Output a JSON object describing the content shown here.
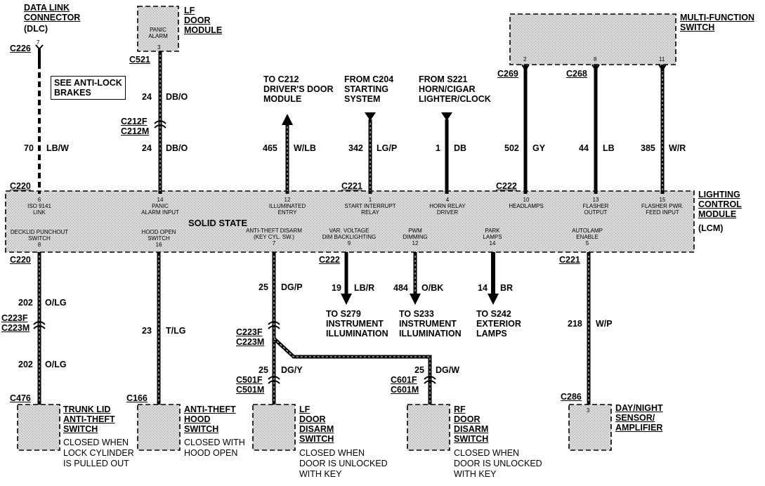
{
  "dlc": {
    "title_l1": "DATA LINK",
    "title_l2": "CONNECTOR",
    "title_l3": "(DLC)",
    "pin": "7",
    "connector": "C226",
    "note_l1": "SEE ANTI-LOCK",
    "note_l2": "BRAKES",
    "circuit": "70",
    "color": "LB/W"
  },
  "lf_door_module": {
    "title_l1": "LF",
    "title_l2": "DOOR",
    "title_l3": "MODULE",
    "inner_l1": "PANIC",
    "inner_l2": "ALARM",
    "pin": "3",
    "connector": "C521",
    "circuit_top": "24",
    "color_top": "DB/O",
    "inline_l1": "C212F",
    "inline_l2": "C212M",
    "circuit_bottom": "24",
    "color_bottom": "DB/O"
  },
  "top_feeds": [
    {
      "label_l1": "TO C212",
      "label_l2": "DRIVER'S DOOR",
      "label_l3": "MODULE",
      "circuit": "465",
      "color": "W/LB"
    },
    {
      "label_l1": "FROM C204",
      "label_l2": "STARTING",
      "label_l3": "SYSTEM",
      "circuit": "342",
      "color": "LG/P"
    },
    {
      "label_l1": "FROM S221",
      "label_l2": "HORN/CIGAR",
      "label_l3": "LIGHTER/CLOCK",
      "circuit": "1",
      "color": "DB"
    }
  ],
  "multifunction_switch": {
    "title_l1": "MULTI-FUNCTION",
    "title_l2": "SWITCH",
    "pins": [
      "2",
      "8",
      "11"
    ],
    "connectors": [
      "C269",
      "C268"
    ],
    "wires": [
      {
        "circuit": "502",
        "color": "GY"
      },
      {
        "circuit": "44",
        "color": "LB"
      },
      {
        "circuit": "385",
        "color": "W/R"
      }
    ]
  },
  "lcm": {
    "title_l1": "LIGHTING",
    "title_l2": "CONTROL",
    "title_l3": "MODULE",
    "title_l4": "(LCM)",
    "center": "SOLID STATE",
    "top_connectors": [
      "C220",
      "C221",
      "C222"
    ],
    "bottom_connectors": [
      "C220",
      "C222",
      "C221"
    ],
    "top_pins": [
      {
        "pin": "6",
        "l1": "ISO 9141",
        "l2": "LINK"
      },
      {
        "pin": "14",
        "l1": "PANIC",
        "l2": "ALARM INPUT"
      },
      {
        "pin": "12",
        "l1": "ILLUMINATED",
        "l2": "ENTRY"
      },
      {
        "pin": "1",
        "l1": "START INTERRUPT",
        "l2": "RELAY"
      },
      {
        "pin": "4",
        "l1": "HORN RELAY",
        "l2": "DRIVER"
      },
      {
        "pin": "10",
        "l1": "HEADLAMPS",
        "l2": ""
      },
      {
        "pin": "13",
        "l1": "FLASHER",
        "l2": "OUTPUT"
      },
      {
        "pin": "15",
        "l1": "FLASHER PWR.",
        "l2": "FEED INPUT"
      }
    ],
    "bottom_pins": [
      {
        "pin": "8",
        "l1": "DECKLID PUNCHOUT",
        "l2": "SWITCH"
      },
      {
        "pin": "16",
        "l1": "HOOD OPEN",
        "l2": "SWITCH"
      },
      {
        "pin": "7",
        "l1": "ANTI-THEFT DISARM",
        "l2": "(KEY CYL. SW.)"
      },
      {
        "pin": "9",
        "l1": "VAR. VOLTAGE",
        "l2": "DIM BACKLIGHTING"
      },
      {
        "pin": "12",
        "l1": "PWM",
        "l2": "DIMMING"
      },
      {
        "pin": "14",
        "l1": "PARK",
        "l2": "LAMPS"
      },
      {
        "pin": "5",
        "l1": "AUTOLAMP",
        "l2": "ENABLE"
      }
    ]
  },
  "outputs": [
    {
      "circuit": "19",
      "color": "LB/R",
      "l1": "TO S279",
      "l2": "INSTRUMENT",
      "l3": "ILLUMINATION"
    },
    {
      "circuit": "484",
      "color": "O/BK",
      "l1": "TO S233",
      "l2": "INSTRUMENT",
      "l3": "ILLUMINATION"
    },
    {
      "circuit": "14",
      "color": "BR",
      "l1": "TO S242",
      "l2": "EXTERIOR",
      "l3": "LAMPS"
    }
  ],
  "trunk": {
    "circuit_top": "202",
    "color_top": "O/LG",
    "inline_l1": "C223F",
    "inline_l2": "C223M",
    "circuit_bottom": "202",
    "color_bottom": "O/LG",
    "connector": "C476",
    "title_l1": "TRUNK LID",
    "title_l2": "ANTI-THEFT",
    "title_l3": "SWITCH",
    "desc_l1": "CLOSED WHEN",
    "desc_l2": "LOCK CYLINDER",
    "desc_l3": "IS PULLED OUT"
  },
  "hood": {
    "circuit": "23",
    "color": "T/LG",
    "connector": "C166",
    "title_l1": "ANTI-THEFT",
    "title_l2": "HOOD",
    "title_l3": "SWITCH",
    "desc_l1": "CLOSED WITH",
    "desc_l2": "HOOD OPEN"
  },
  "door_disarm": {
    "circuit_top": "25",
    "color_top": "DG/P",
    "inline_l1": "C223F",
    "inline_l2": "C223M",
    "lf": {
      "circuit": "25",
      "color": "DG/Y",
      "conn_l1": "C501F",
      "conn_l2": "C501M",
      "title_l1": "LF",
      "title_l2": "DOOR",
      "title_l3": "DISARM",
      "title_l4": "SWITCH",
      "desc_l1": "CLOSED WHEN",
      "desc_l2": "DOOR IS UNLOCKED",
      "desc_l3": "WITH KEY"
    },
    "rf": {
      "circuit": "25",
      "color": "DG/W",
      "conn_l1": "C601F",
      "conn_l2": "C601M",
      "title_l1": "RF",
      "title_l2": "DOOR",
      "title_l3": "DISARM",
      "title_l4": "SWITCH",
      "desc_l1": "CLOSED WHEN",
      "desc_l2": "DOOR IS UNLOCKED",
      "desc_l3": "WITH KEY"
    }
  },
  "day_night": {
    "circuit": "218",
    "color": "W/P",
    "connector": "C286",
    "pin": "3",
    "title_l1": "DAY/NIGHT",
    "title_l2": "SENSOR/",
    "title_l3": "AMPLIFIER"
  }
}
